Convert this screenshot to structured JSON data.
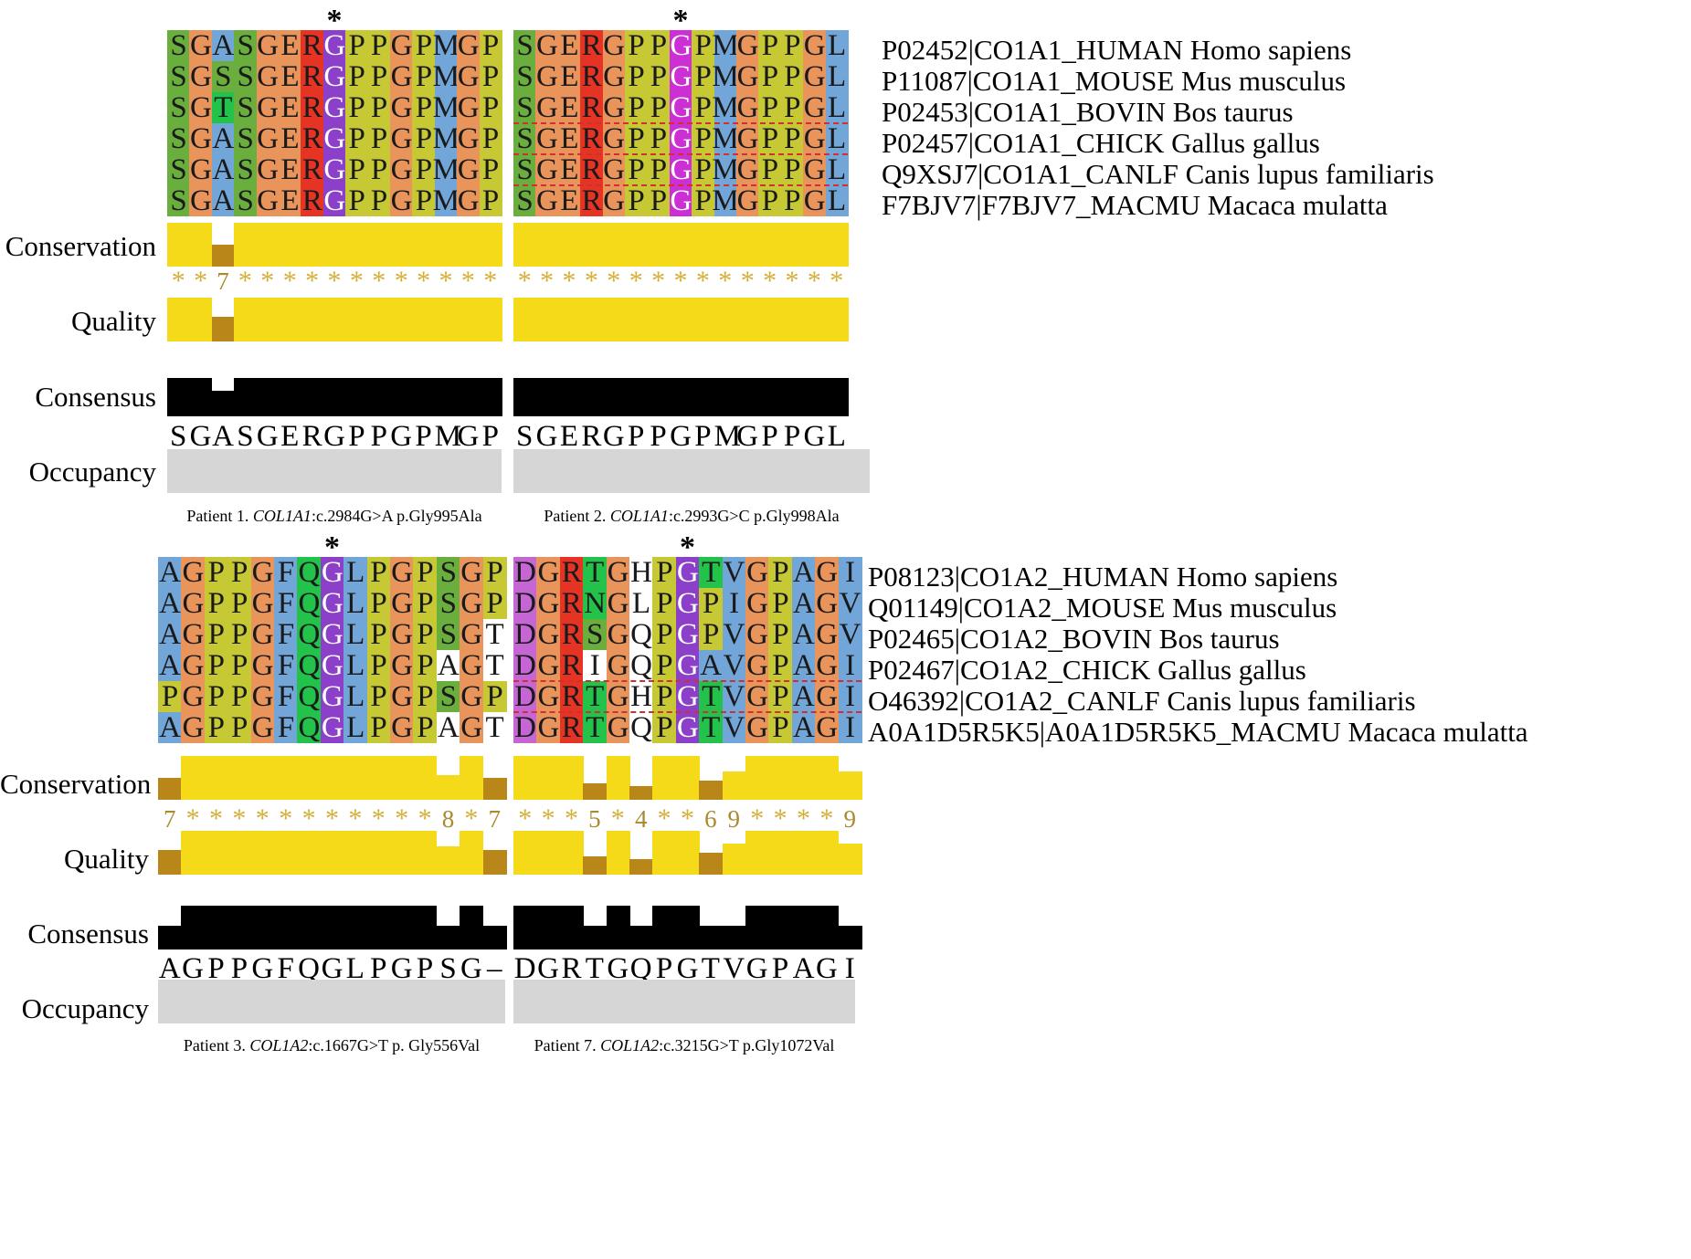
{
  "colors": {
    "S": "#6aae3e",
    "G": "#e8945a",
    "A": "#72a5d8",
    "E": "#e8945a",
    "R": "#e53324",
    "P": "#c7c934",
    "M": "#72a5d8",
    "L": "#72a5d8",
    "T": "#23c24a",
    "Q": "#23c24a",
    "F": "#72a5d8",
    "D": "#c566d4",
    "N": "#23c24a",
    "I": "#72a5d8",
    "V": "#72a5d8",
    "H": "#ffffff",
    "mutG1": "#8c3fc8",
    "mutG2": "#cc2fd4",
    "conservation": "#f5da1a",
    "conservation_low": "#b9861a",
    "consensus": "#000000",
    "occupancy": "#d6d6d6",
    "score_text": "#a98a2d"
  },
  "track_labels": {
    "conservation": "Conservation",
    "quality": "Quality",
    "consensus": "Consensus",
    "occupancy": "Occupancy"
  },
  "panels": [
    {
      "id": "col1a1",
      "sequences": [
        {
          "label": "P02452|CO1A1_HUMAN  Homo sapiens",
          "left": "SGASGERGPPGPMGP",
          "right": "SGERGPPGPMGPPGL"
        },
        {
          "label": "P11087|CO1A1_MOUSE  Mus musculus",
          "left": "SGSSGERGPPGPMGP",
          "right": "SGERGPPGPMGPPGL"
        },
        {
          "label": "P02453|CO1A1_BOVIN  Bos taurus",
          "left": "SGTSGERGPPGPMGP",
          "right": "SGERGPPGPMGPPGL"
        },
        {
          "label": "P02457|CO1A1_CHICK  Gallus gallus",
          "left": "SGASGERGPPGPMGP",
          "right": "SGERGPPGPMGPPGL"
        },
        {
          "label": "Q9XSJ7|CO1A1_CANLF Canis lupus familiaris",
          "left": "SGASGERGPPGPMGP",
          "right": "SGERGPPGPMGPPGL"
        },
        {
          "label": "F7BJV7|F7BJV7_MACMU Macaca mulatta",
          "left": "SGASGERGPPGPMGP",
          "right": "SGERGPPGPMGPPGL"
        }
      ],
      "scores_left": [
        "*",
        "*",
        "7",
        "*",
        "*",
        "*",
        "*",
        "*",
        "*",
        "*",
        "*",
        "*",
        "*",
        "*",
        "*"
      ],
      "scores_right": [
        "*",
        "*",
        "*",
        "*",
        "*",
        "*",
        "*",
        "*",
        "*",
        "*",
        "*",
        "*",
        "*",
        "*",
        "*"
      ],
      "consensus_left": "SGASGERGPPGPMGP",
      "consensus_right": "SGERGPPGPMGPPGL",
      "caption_left": "Patient 1. COL1A1:c.2984G>A p.Gly995Ala",
      "caption_left_gene": "COL1A1",
      "caption_left_pre": "Patient 1. ",
      "caption_left_post": ":c.2984G>A p.Gly995Ala",
      "caption_right_pre": "Patient 2. ",
      "caption_right_gene": "COL1A1",
      "caption_right_post": ":c.2993G>C p.Gly998Ala",
      "asterisk": "*"
    },
    {
      "id": "col1a2",
      "sequences": [
        {
          "label": "P08123|CO1A2_HUMAN   Homo sapiens",
          "left": "AGPPGFQGLPGPSGP",
          "right": "DGRTGHPGTVGPAGI"
        },
        {
          "label": "Q01149|CO1A2_MOUSE   Mus musculus",
          "left": "AGPPGFQGLPGPSGP",
          "right": "DGRNGLPGPIGPAGV"
        },
        {
          "label": "P02465|CO1A2_BOVIN  Bos taurus",
          "left": "AGPPGFQGLPGPSGT",
          "right": "DGRSGQPGPVGPAGV"
        },
        {
          "label": "P02467|CO1A2_CHICK  Gallus gallus",
          "left": "AGPPGFQGLPGPAGT",
          "right": "DGRIGQPGAVGPAGI"
        },
        {
          "label": "O46392|CO1A2_CANLF    Canis lupus familiaris",
          "left": "PGPPGFQGLPGPSGP",
          "right": "DGRTGHPGTVGPAGI"
        },
        {
          "label": "A0A1D5R5K5|A0A1D5R5K5_MACMU  Macaca mulatta",
          "left": "AGPPGFQGLPGPAGT",
          "right": "DGRTGQPGTVGPAGI"
        }
      ],
      "scores_left": [
        "7",
        "*",
        "*",
        "*",
        "*",
        "*",
        "*",
        "*",
        "*",
        "*",
        "*",
        "*",
        "8",
        "*",
        "7"
      ],
      "scores_right": [
        "*",
        "*",
        "*",
        "5",
        "*",
        "4",
        "*",
        "*",
        "6",
        "9",
        "*",
        "*",
        "*",
        "*",
        "9"
      ],
      "consensus_left": "AGPPGFQGLPGPSG–",
      "consensus_right": "DGRTGQPGTVGPAGI",
      "caption_left_pre": "Patient 3. ",
      "caption_left_gene": "COL1A2",
      "caption_left_post": ":c.1667G>T p. Gly556Val",
      "caption_right_pre": "Patient 7. ",
      "caption_right_gene": "COL1A2",
      "caption_right_post": ":c.3215G>T p.Gly1072Val",
      "asterisk": "*"
    }
  ]
}
